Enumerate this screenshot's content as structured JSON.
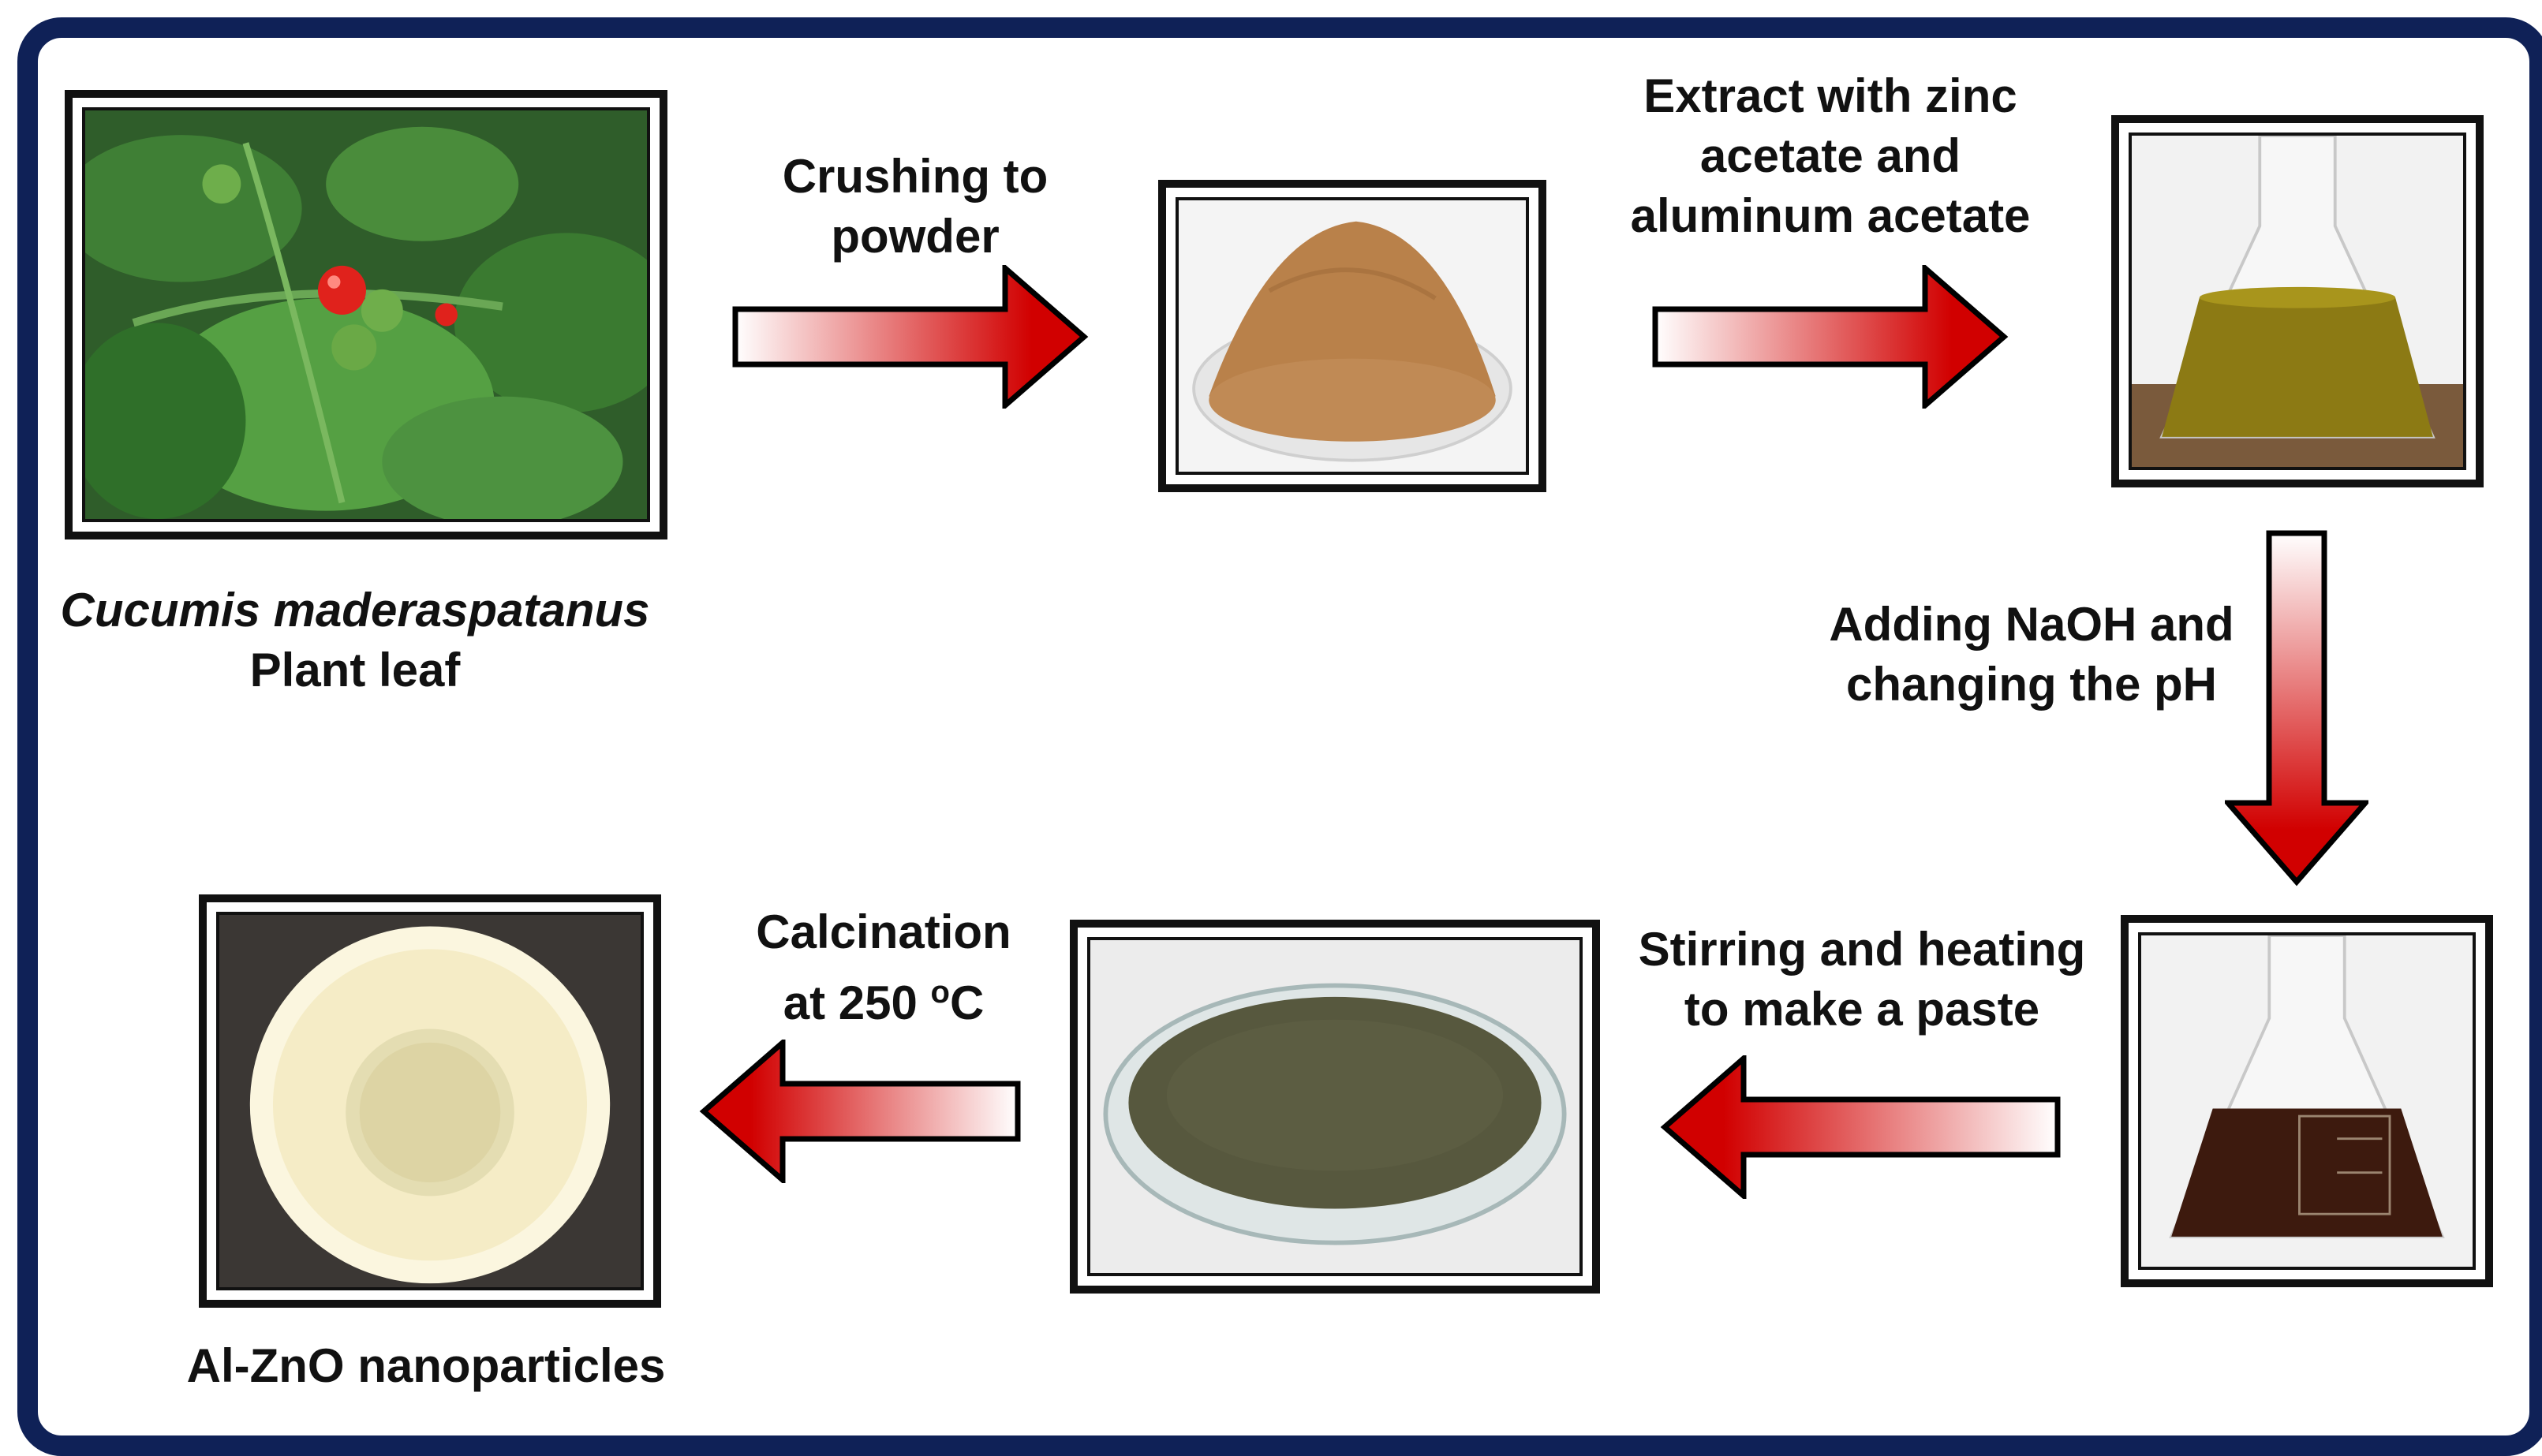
{
  "colors": {
    "frame_border": "#0f2157",
    "arrow_fill_start": "#ffffff",
    "arrow_fill_end": "#d10000",
    "arrow_stroke": "#000000",
    "label_text": "#111111"
  },
  "steps": [
    {
      "id": "plant",
      "caption_italic": "Cucumis  maderaspatanus",
      "caption": "Plant leaf",
      "image": "plant-photo"
    },
    {
      "id": "powder",
      "image": "leaf-powder-photo"
    },
    {
      "id": "extract",
      "image": "flask-extract-photo"
    },
    {
      "id": "dark-solution",
      "image": "flask-dark-solution-photo"
    },
    {
      "id": "paste",
      "image": "dried-paste-petri-dish-photo"
    },
    {
      "id": "product",
      "caption": "Al-ZnO nanoparticles",
      "image": "mortar-nanoparticles-photo"
    }
  ],
  "transitions": {
    "t1": {
      "line1": "Crushing to",
      "line2": "powder",
      "direction": "right"
    },
    "t2": {
      "line1": "Extract with zinc",
      "line2": "acetate and",
      "line3": "aluminum acetate",
      "direction": "right"
    },
    "t3": {
      "line1": "Adding NaOH  and",
      "line2": "changing the pH",
      "direction": "down"
    },
    "t4": {
      "line1": "Stirring and heating",
      "line2": "to make a paste",
      "direction": "left"
    },
    "t5": {
      "line1": "Calcination",
      "line2_prefix": "at 250 ",
      "line2_sup": "o",
      "line2_suffix": "C",
      "direction": "left"
    }
  }
}
